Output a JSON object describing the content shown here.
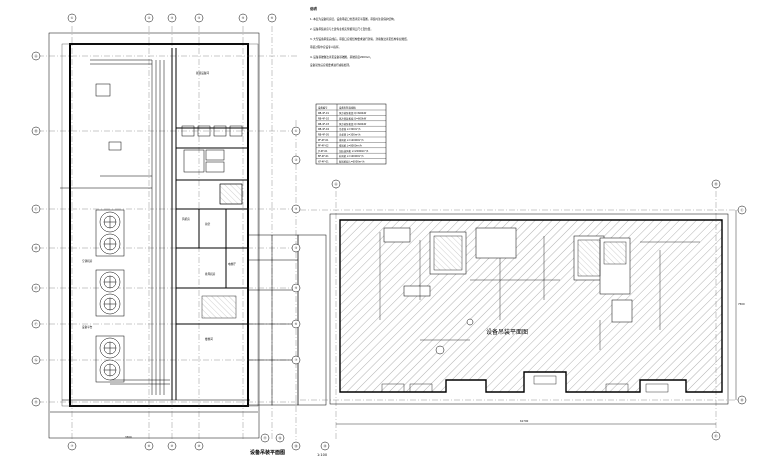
{
  "drawing": {
    "main_label": "设备吊装平面图",
    "scale_label": "1:100",
    "right_plan_label": "设备吊装平面图"
  },
  "notes": {
    "heading": "说明",
    "lines": [
      "1. 本层为设备机房层，设备吊装口位置详见平面图，吊装时注意保护结构。",
      "2. 设备吊装前应与土建专业核实预留洞口尺寸及位置。",
      "3. 大型设备吊装完成后，吊装口应按结构要求进行封堵，封堵做法详见结构专业图纸。",
      "   吊装过程中应设专人指挥。",
      "4. 设备基础做法详见设备基础图，基础高度200mm。",
      "   设备就位后应按要求进行减振处理。"
    ]
  },
  "legend": {
    "header": [
      "设备编号",
      "设备名称及规格"
    ],
    "rows": [
      [
        "RB-4F-01",
        "风冷热泵机组 Q=600kW"
      ],
      [
        "RB-4F-02",
        "风冷热泵机组 Q=600kW"
      ],
      [
        "RB-4F-03",
        "风冷热泵机组 Q=600kW"
      ],
      [
        "RB-4F-04",
        "冷却塔 L=300m³/h"
      ],
      [
        "RB-4F-05",
        "冷却塔 L=300m³/h"
      ],
      [
        "PF-4F-01",
        "排风机 L=12000m³/h"
      ],
      [
        "PF-4F-02",
        "排风机 L=8000m³/h"
      ],
      [
        "JY-4F-01",
        "加压送风机 L=20000m³/h"
      ],
      [
        "BF-4F-01",
        "补风机 L=10000m³/h"
      ],
      [
        "XF-4F-01",
        "新风机组 L=6000m³/h"
      ]
    ]
  },
  "grid_left_top": [
    "①",
    "②",
    "③",
    "④",
    "⑤",
    "⑥"
  ],
  "grid_left_bottom": [
    "⑦",
    "⑧",
    "⑨",
    "⑩",
    "⑪",
    "⑫",
    "⑬",
    "⑭"
  ],
  "grid_left_side": [
    "Ⓐ",
    "Ⓑ",
    "Ⓒ",
    "Ⓓ",
    "Ⓔ",
    "Ⓕ",
    "Ⓖ",
    "Ⓗ"
  ],
  "grid_mid_side": [
    "①",
    "②",
    "③",
    "④",
    "⑤",
    "⑥",
    "⑦"
  ],
  "grid_right_plan": [
    "Ⓐ",
    "Ⓑ",
    "Ⓒ",
    "Ⓓ",
    "Ⓔ"
  ],
  "rooms": {
    "r1": "屋顶设备间",
    "r2": "风机房",
    "r3": "前室",
    "r4": "电梯厅",
    "r5": "排风机房",
    "r6": "楼梯间",
    "r7": "空调机房",
    "r8": "设备平台"
  },
  "dims": {
    "left_bottom": "3300",
    "right_bottom": "61700",
    "right_side": "7500"
  }
}
